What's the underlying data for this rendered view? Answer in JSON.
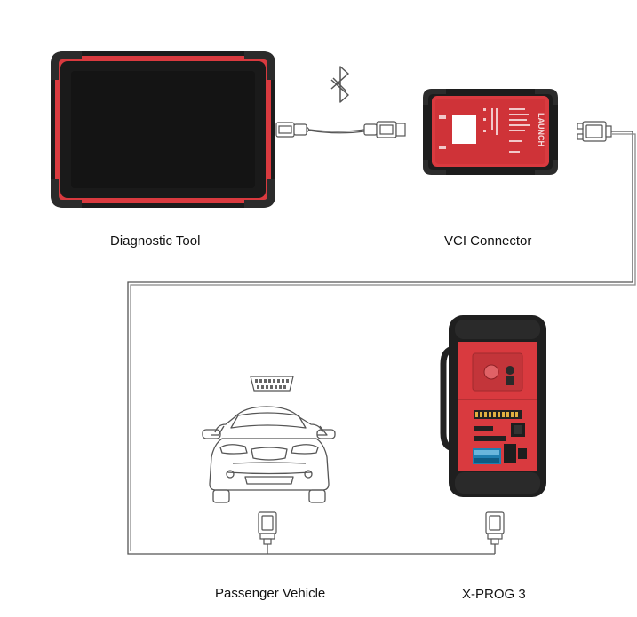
{
  "captions": {
    "diagnostic_tool": "Diagnostic Tool",
    "vci_connector": "VCI Connector",
    "passenger_vehicle": "Passenger Vehicle",
    "xprog3": "X-PROG 3"
  },
  "vci_device": {
    "brand": "LAUNCH"
  },
  "colors": {
    "device_red": "#d93a3f",
    "device_dark": "#1c1c1c",
    "line": "#555555"
  },
  "icons": {
    "bluetooth": "bluetooth-icon",
    "usb_cable": "usb-cable-icon",
    "db_connector": "db-connector-icon",
    "obd_connector": "obd-connector-icon"
  }
}
